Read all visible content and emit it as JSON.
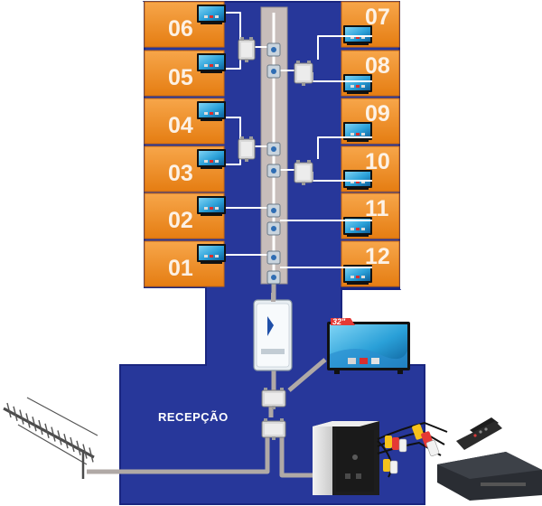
{
  "building": {
    "left_units": [
      "06",
      "05",
      "04",
      "03",
      "02",
      "01"
    ],
    "right_units": [
      "07",
      "08",
      "09",
      "10",
      "11",
      "12"
    ],
    "reception_label": "RECEPÇÃO",
    "tv_size_label": "32\""
  },
  "colors": {
    "building_blue": "#27379a",
    "building_edge": "#1a2680",
    "unit_orange": "#f08a1e",
    "unit_orange_light": "#f7a64a",
    "cable": "#b0a9a6",
    "cable_white": "#ffffff",
    "amplifier_white": "#e8eef2"
  },
  "icons": {
    "splitter": "splitter-icon",
    "tap": "tap-icon",
    "tv": "tv-icon",
    "antenna": "antenna-icon",
    "amplifier": "amplifier-icon",
    "modulator": "modulator-icon",
    "remote": "remote-icon",
    "receiver": "receiver-icon"
  }
}
